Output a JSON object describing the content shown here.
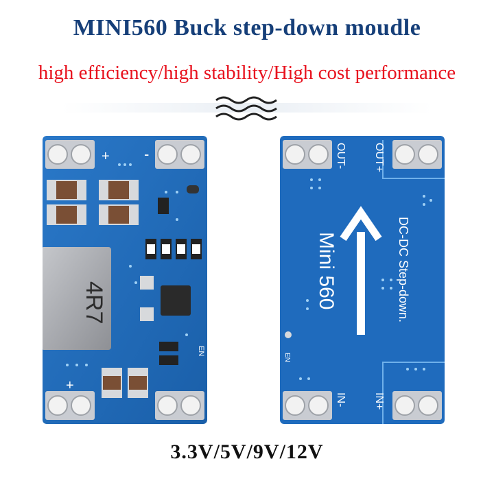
{
  "title": "MINI560 Buck step-down moudle",
  "subtitle": "high efficiency/high stability/High cost performance",
  "footer": "3.3V/5V/9V/12V",
  "front_board": {
    "plus_top": "+",
    "minus_top": "-",
    "inductor_marking": "4R7",
    "en_label": "EN",
    "plus_bottom": "+"
  },
  "back_board": {
    "out_minus": "OUT-",
    "out_plus": "OUT+",
    "model": "Mini 560",
    "description": "DC-DC Step-down.",
    "en_label": "EN",
    "in_minus": "IN-",
    "in_plus": "IN+"
  },
  "colors": {
    "title": "#163f79",
    "subtitle": "#e8131f",
    "pcb_blue": "#1f6bbd",
    "pad_silver": "#c9ccd2"
  }
}
